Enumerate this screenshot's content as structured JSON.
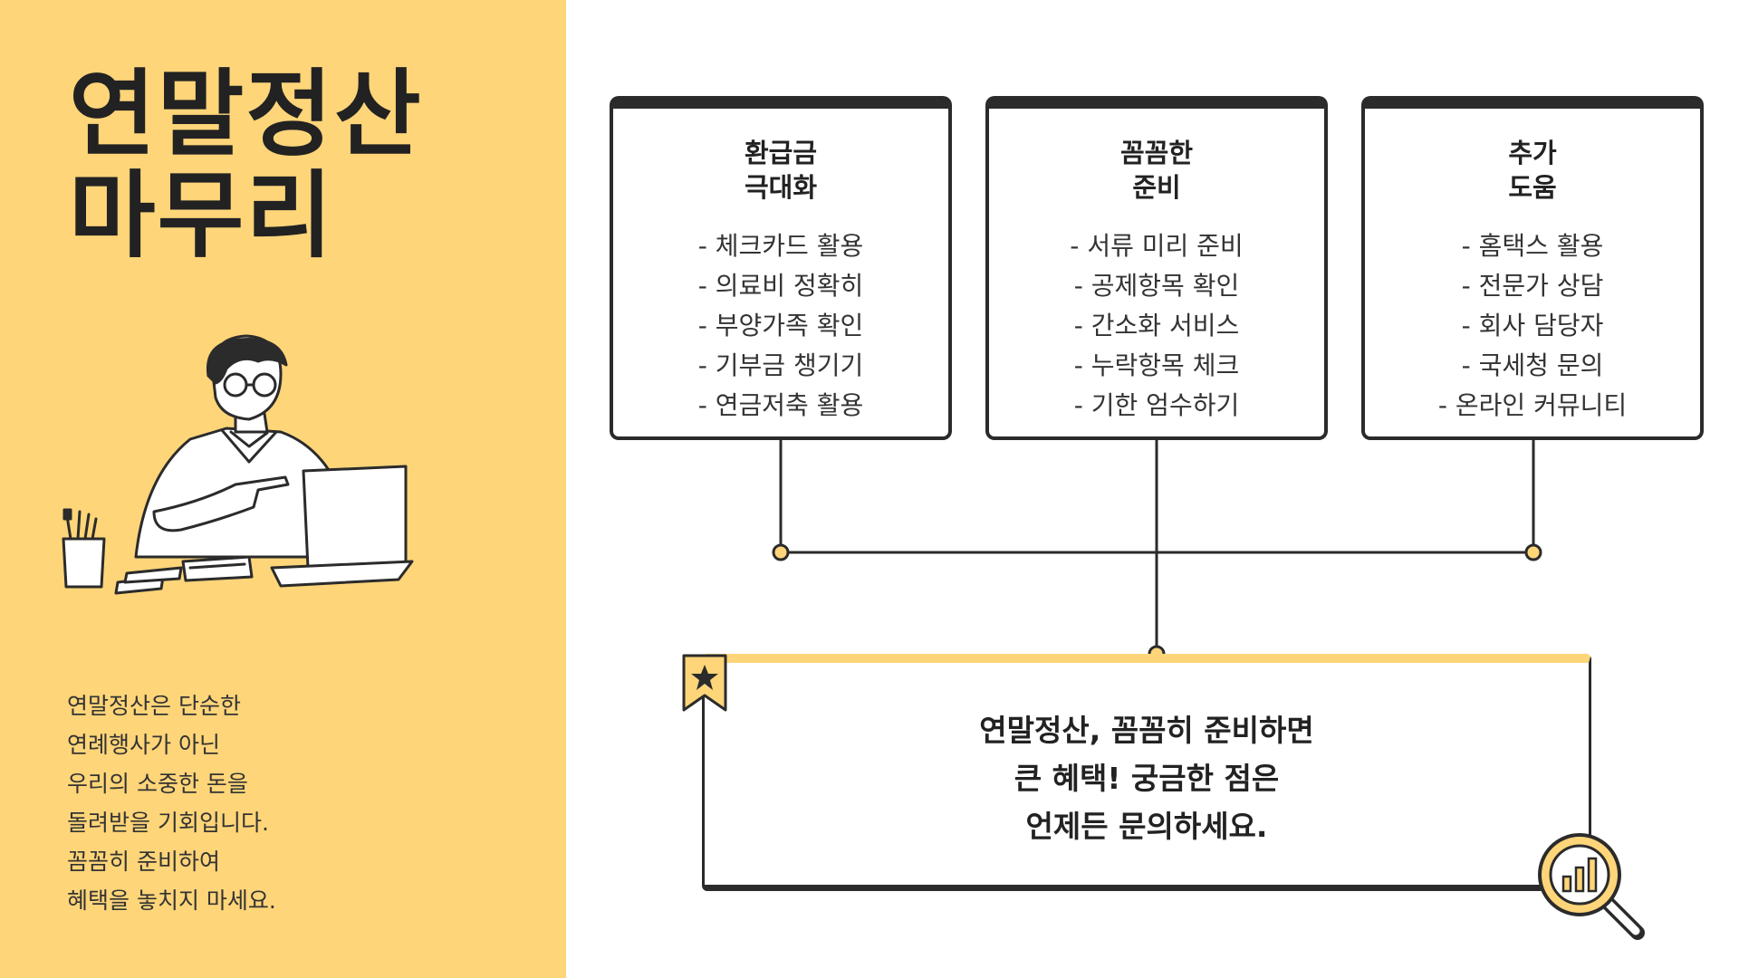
{
  "left_panel": {
    "title_lines": [
      "연말정산",
      "마무리"
    ],
    "description_lines": [
      "연말정산은 단순한",
      "연례행사가 아닌",
      "우리의 소중한 돈을",
      "돌려받을 기회입니다.",
      "꼼꼼히 준비하여",
      "혜택을 놓치지 마세요."
    ]
  },
  "cards": [
    {
      "title_lines": [
        "환급금",
        "극대화"
      ],
      "items": [
        "체크카드 활용",
        "의료비 정확히",
        "부양가족 확인",
        "기부금 챙기기",
        "연금저축 활용"
      ]
    },
    {
      "title_lines": [
        "꼼꼼한",
        "준비"
      ],
      "items": [
        "서류 미리 준비",
        "공제항목 확인",
        "간소화 서비스",
        "누락항목 체크",
        "기한 엄수하기"
      ]
    },
    {
      "title_lines": [
        "추가",
        "도움"
      ],
      "items": [
        "홈택스 활용",
        "전문가 상담",
        "회사 담당자",
        "국세청 문의",
        "온라인 커뮤니티"
      ]
    }
  ],
  "summary": {
    "lines": [
      "연말정산, 꼼꼼히 준비하면",
      "큰 혜택! 궁금한 점은",
      "언제든 문의하세요."
    ]
  },
  "icons": {
    "illustration": "man-at-laptop-illustration",
    "bookmark": "star-bookmark-icon",
    "magnifier": "magnifier-chart-icon"
  },
  "colors": {
    "accent_yellow": "#fed579",
    "dark": "#2b2b2b",
    "background": "#ffffff"
  }
}
